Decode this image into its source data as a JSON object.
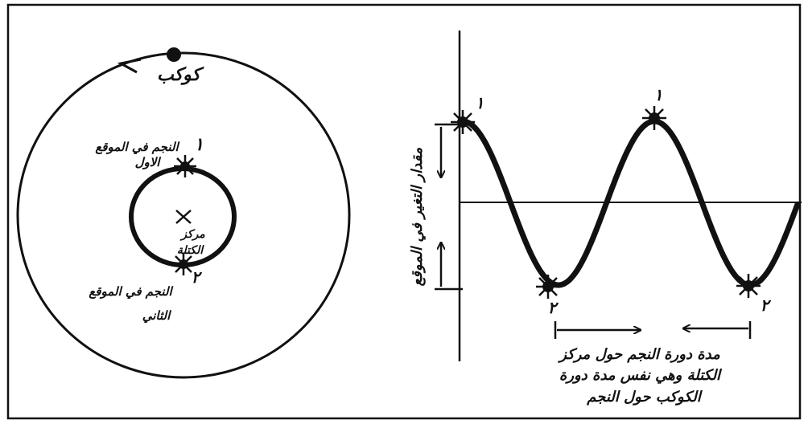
{
  "orbit_diagram": {
    "planet_label": "كوكب",
    "star_position_1_number": "١",
    "star_position_1_label_line1": "النجم في الموقع",
    "star_position_1_label_line2": "الاول",
    "center_of_mass_line1": "مركز",
    "center_of_mass_line2": "الكتلة",
    "star_position_2_number": "٢",
    "star_position_2_label_line1": "النجم في الموقع",
    "star_position_2_label_line2": "الثاني"
  },
  "wave_diagram": {
    "y_axis_label": "مقدار التغير في الموقع",
    "peak_1_label": "١",
    "trough_1_label": "٢",
    "peak_2_label": "١",
    "trough_2_label": "٢",
    "period_caption_line1": "مدة دورة النجم حول مركز",
    "period_caption_line2": "الكتلة وهي نفس مدة دورة",
    "period_caption_line3": "الكوكب حول النجم"
  },
  "colors": {
    "ink": "#111111",
    "paper": "#ffffff"
  }
}
